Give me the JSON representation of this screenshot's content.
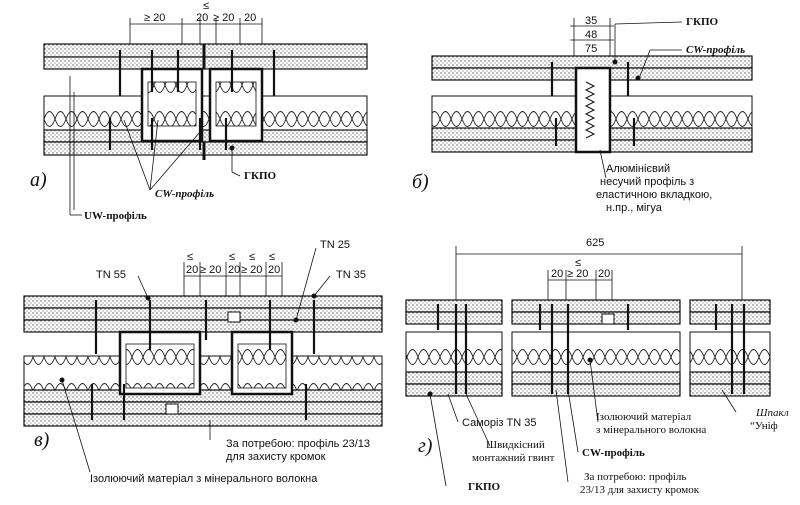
{
  "panel_a": {
    "letter": "а)",
    "dims": [
      "≥ 20",
      "≤",
      "20",
      "≥ 20",
      "20"
    ],
    "labels": {
      "gkpo": "ГКПО",
      "cw": "CW-профіль",
      "uw": "UW-профіль"
    }
  },
  "panel_b": {
    "letter": "б)",
    "dims": [
      "35",
      "48",
      "75"
    ],
    "labels": {
      "gkpo": "ГКПО",
      "cw": "CW-профіль",
      "alu": [
        "Алюмінієвий",
        "несучий профіль з",
        "еластичною вкладкою,",
        "н.пр., мігуа"
      ]
    }
  },
  "panel_v": {
    "letter": "в)",
    "dims": [
      "≤",
      "≤",
      "≤",
      "≤",
      "20",
      "≥ 20",
      "20",
      "≥ 20",
      "20"
    ],
    "labels": {
      "tn25": "TN 25",
      "tn55": "TN 55",
      "tn35": "TN 35",
      "edge": [
        "За потребою: профіль 23/13",
        "для захисту кромок"
      ],
      "insul": "Ізолюючий матеріал з мінерального волокна"
    }
  },
  "panel_g": {
    "letter": "г)",
    "dims": [
      "625",
      "≤",
      "20",
      "≥ 20",
      "20"
    ],
    "labels": {
      "screw": "Саморіз TN 35",
      "fast": [
        "Швидкісний",
        "монтажний гвинт"
      ],
      "gkpo": "ГКПО",
      "insul": [
        "Ізолюючий матеріал",
        "з мінерального волокна"
      ],
      "cw": "CW-профіль",
      "edge": [
        "За потребою: профіль",
        "23/13 для захисту кромок"
      ],
      "shpak": [
        "Шпакл",
        "“Уніф"
      ]
    }
  }
}
